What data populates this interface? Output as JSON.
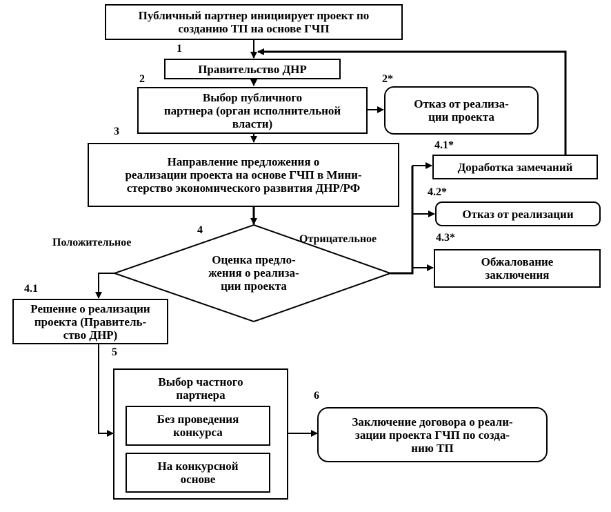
{
  "diagram": {
    "nodes": {
      "start": {
        "text": "Публичный партнер инициирует проект по\nсозданию ТП на основе ГЧП"
      },
      "government": {
        "text": "Правительство ДНР",
        "step": "1"
      },
      "select_public": {
        "text": "Выбор публичного\nпартнера (орган исполнительной\nвласти)",
        "step": "2"
      },
      "refuse_project": {
        "text": "Отказ от реализа-\nции проекта",
        "step": "2*"
      },
      "send_proposal": {
        "text": "Направление предложения о\nреализации проекта на основе ГЧП в Мини-\nстерство экономического развития ДНР/РФ",
        "step": "3"
      },
      "evaluate": {
        "text": "Оценка предло-\nжения о реализа-\nции проекта",
        "step": "4"
      },
      "rework": {
        "text": "Доработка замечаний",
        "step": "4.1*"
      },
      "refuse": {
        "text": "Отказ от реализации",
        "step": "4.2*"
      },
      "appeal": {
        "text": "Обжалование\nзаключения",
        "step": "4.3*"
      },
      "decision": {
        "text": "Решение о реализации\nпроекта (Правитель-\nство ДНР)",
        "step": "4.1"
      },
      "select_private": {
        "text": "Выбор частного\nпартнера",
        "step": "5"
      },
      "no_tender": {
        "text": "Без проведения\nконкурса"
      },
      "tender": {
        "text": "На конкурсной\nоснове"
      },
      "contract": {
        "text": "Заключение договора о реали-\nзации проекта ГЧП по созда-\nнию ТП",
        "step": "6"
      }
    },
    "branches": {
      "positive": "Положительное",
      "negative": "Отрицательное"
    }
  }
}
